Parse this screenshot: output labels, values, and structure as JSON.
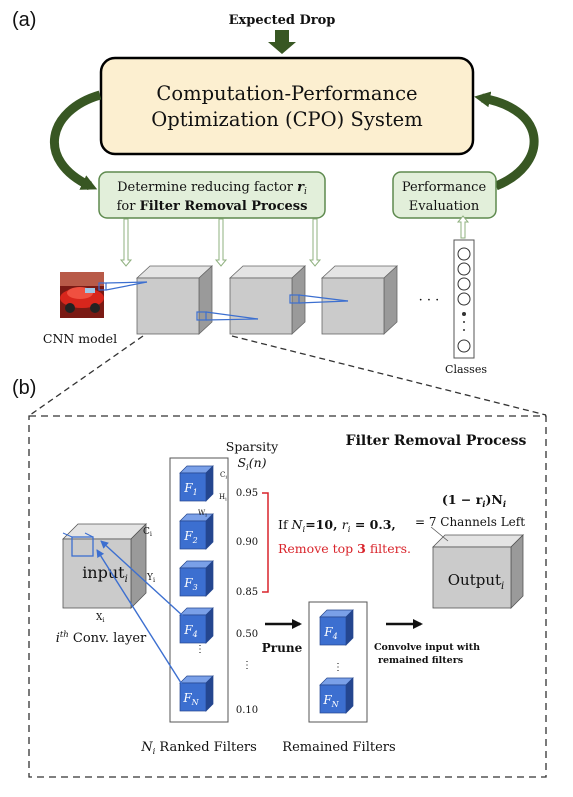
{
  "panel_a": {
    "label": "(a)",
    "expected_drop": "Expected Drop",
    "cpo_line1": "Computation-Performance",
    "cpo_line2": "Optimization (CPO) System",
    "reduce_line1_prefix": "Determine reducing factor ",
    "reduce_line1_var": "r",
    "reduce_line1_sub": "i",
    "reduce_line2_prefix": "for ",
    "reduce_line2_bold": "Filter Removal Process",
    "perf_line1": "Performance",
    "perf_line2": "Evaluation",
    "cnn_label": "CNN model",
    "dots": "· · ·",
    "classes_label": "Classes"
  },
  "panel_b": {
    "label": "(b)",
    "title": "Filter Removal Process",
    "sparsity_line1": "Sparsity",
    "sparsity_line2": "S",
    "sparsity_sub": "i",
    "sparsity_arg": "(n)",
    "input_label": "input",
    "input_sub": "i",
    "dim_c": "C",
    "dim_y": "Y",
    "dim_x": "X",
    "dim_sub": "i",
    "conv_layer_prefix": "i",
    "conv_layer_sup": "th",
    "conv_layer_suffix": " Conv. layer",
    "filters": [
      {
        "label": "F",
        "sub": "1",
        "sparsity": "0.95"
      },
      {
        "label": "F",
        "sub": "2",
        "sparsity": "0.90"
      },
      {
        "label": "F",
        "sub": "3",
        "sparsity": "0.85"
      },
      {
        "label": "F",
        "sub": "4",
        "sparsity": "0.50"
      },
      {
        "label": "F",
        "sub": "N",
        "sparsity": "0.10"
      }
    ],
    "filter_dim_c": "C",
    "filter_dim_h": "H",
    "filter_dim_w": "W",
    "filter_dim_sub": "i",
    "cond_if": "If ",
    "cond_n": "N",
    "cond_n_sub": "i",
    "cond_n_val": "=10, ",
    "cond_r": "r",
    "cond_r_sub": "i",
    "cond_r_val": " = 0.3,",
    "cond_remove_prefix": "Remove top ",
    "cond_remove_num": "3",
    "cond_remove_suffix": " filters.",
    "prune_label": "Prune",
    "convolve_line1": "Convolve input with",
    "convolve_line2": "remained  filters",
    "formula": "(1 − r",
    "formula_sub": "i",
    "formula_end": ")N",
    "formula_end_sub": "i",
    "channels_left": "= 7 Channels Left",
    "output_label": "Output",
    "output_sub": "i",
    "ranked_filters_prefix": "N",
    "ranked_filters_sub": "i",
    "ranked_filters_suffix": " Ranked Filters",
    "remained_filters": "Remained Filters",
    "remained": [
      {
        "label": "F",
        "sub": "4"
      },
      {
        "label": "F",
        "sub": "N"
      }
    ],
    "vdots": "·\n·\n·"
  },
  "colors": {
    "cpo_fill": "#fcefd0",
    "green_box_fill": "#e2efda",
    "green_box_stroke": "#5e8a4e",
    "arrow_green": "#385723",
    "filter_blue": "#3c6fd0",
    "filter_blue_dark": "#24468f",
    "cube_gray": "#cbcbcb",
    "remove_red": "#d9242b"
  }
}
